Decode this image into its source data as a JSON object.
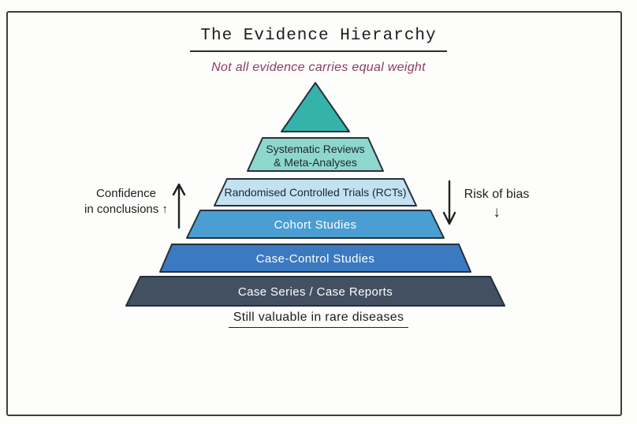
{
  "page": {
    "title": "The Evidence Hierarchy",
    "subtitle": "Not all evidence carries equal weight",
    "footnote": "Still valuable in rare diseases"
  },
  "annotations": {
    "left_line1": "Confidence",
    "left_line2": "in conclusions ↑",
    "right_label": "Risk of bias",
    "down_arrow_glyph": "↓"
  },
  "colors": {
    "subtitle_accent": "#8f3a66",
    "outline": "#26303b",
    "frame_border": "#3d3d3d"
  },
  "pyramid": {
    "levels": [
      {
        "name": "apex",
        "label": "",
        "color": "#35b3ab",
        "text_color": ""
      },
      {
        "name": "systematic-reviews",
        "label_line1": "Systematic Reviews",
        "label_line2": "& Meta-Analyses",
        "color": "#8ed7cd",
        "text_color": "#1f2630"
      },
      {
        "name": "rcts",
        "label": "Randomised Controlled Trials (RCTs)",
        "color": "#c2e2f2",
        "text_color": "#1f2630"
      },
      {
        "name": "cohort-studies",
        "label": "Cohort Studies",
        "color": "#4a9ed2",
        "text_color": "#ffffff"
      },
      {
        "name": "case-control",
        "label": "Case-Control Studies",
        "color": "#3b79c0",
        "text_color": "#ffffff"
      },
      {
        "name": "case-series",
        "label": "Case Series / Case Reports",
        "color": "#425062",
        "text_color": "#ffffff"
      }
    ]
  }
}
